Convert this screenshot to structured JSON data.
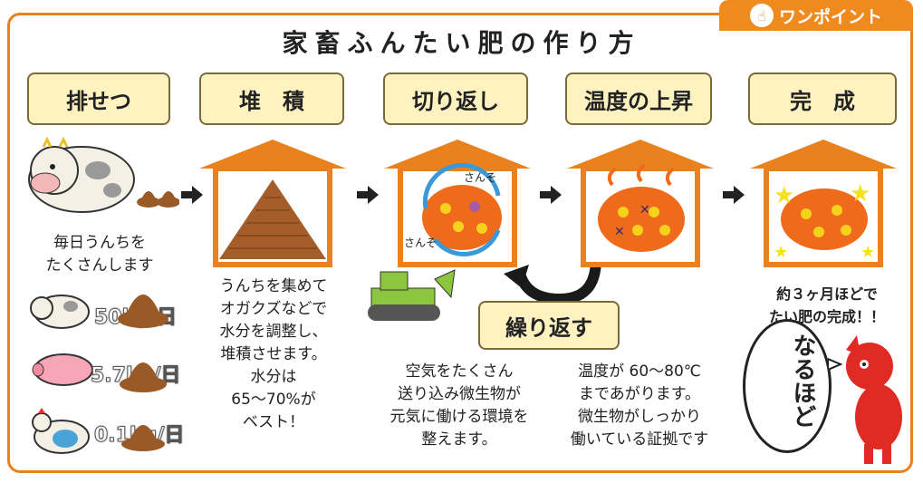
{
  "header": {
    "badge": "ワンポイント",
    "title": "家畜ふんたい肥の作り方"
  },
  "steps": [
    "排せつ",
    "堆　積",
    "切り返し",
    "温度の上昇",
    "完　成"
  ],
  "texts": {
    "excretion": "毎日うんちを\nたくさんします",
    "pile": "うんちを集めて\nオガクズなどで\n水分を調整し、\n堆積させます。\n水分は\n65〜70%が\nベスト！",
    "turn": "空気をたくさん\n送り込み微生物が\n元気に働ける環境を\n整えます。",
    "temp": "温度が 60〜80℃\nまであがります。\n微生物がしっかり\n働いている証拠です",
    "done": "約３ヶ月ほどで\nたい肥の完成！！"
  },
  "amounts": {
    "cow": "50kg/日",
    "pig": "5.7kg/日",
    "chicken": "0.1kg/日"
  },
  "oxygen_labels": [
    "さんそ",
    "さんそ"
  ],
  "repeat_label": "繰り返す",
  "speech": "なるほど",
  "colors": {
    "orange": "#e8811e",
    "label_bg": "#fdf2c0",
    "manure": "#9a5a28",
    "compost": "#ef6a1a"
  }
}
